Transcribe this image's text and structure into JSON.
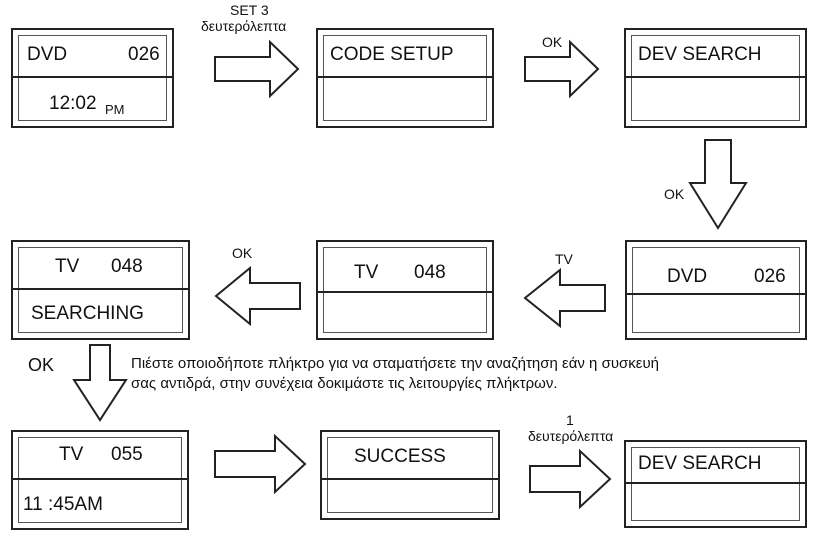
{
  "step1": {
    "mode": "DVD",
    "code": "026",
    "time": "12:02",
    "ampm": "PM"
  },
  "step2": {
    "line1": "CODE SETUP"
  },
  "step3": {
    "line1": "DEV SEARCH"
  },
  "step4": {
    "mode": "DVD",
    "code": "026"
  },
  "step5": {
    "mode": "TV",
    "code": "048"
  },
  "step6": {
    "mode": "TV",
    "code": "048",
    "line2": "SEARCHING"
  },
  "step7": {
    "mode": "TV",
    "code": "055",
    "time": "11 :45AM"
  },
  "step8": {
    "line1": "SUCCESS"
  },
  "step9": {
    "line1": "DEV SEARCH"
  },
  "labels": {
    "set3_a": "SET 3",
    "set3_b": "δευτερόλεπτα",
    "ok1": "OK",
    "ok2": "OK",
    "tv": "TV",
    "ok3": "OK",
    "ok4": "OK",
    "one_a": "1",
    "one_b": "δευτερόλεπτα"
  },
  "note": {
    "line1": "Πιέστε οποιοδήποτε πλήκτρο για να σταματήσετε την αναζήτηση εάν η συσκευή",
    "line2": "σας αντιδρά, στην συνέχεια δοκιμάστε τις λειτουργίες πλήκτρων."
  }
}
